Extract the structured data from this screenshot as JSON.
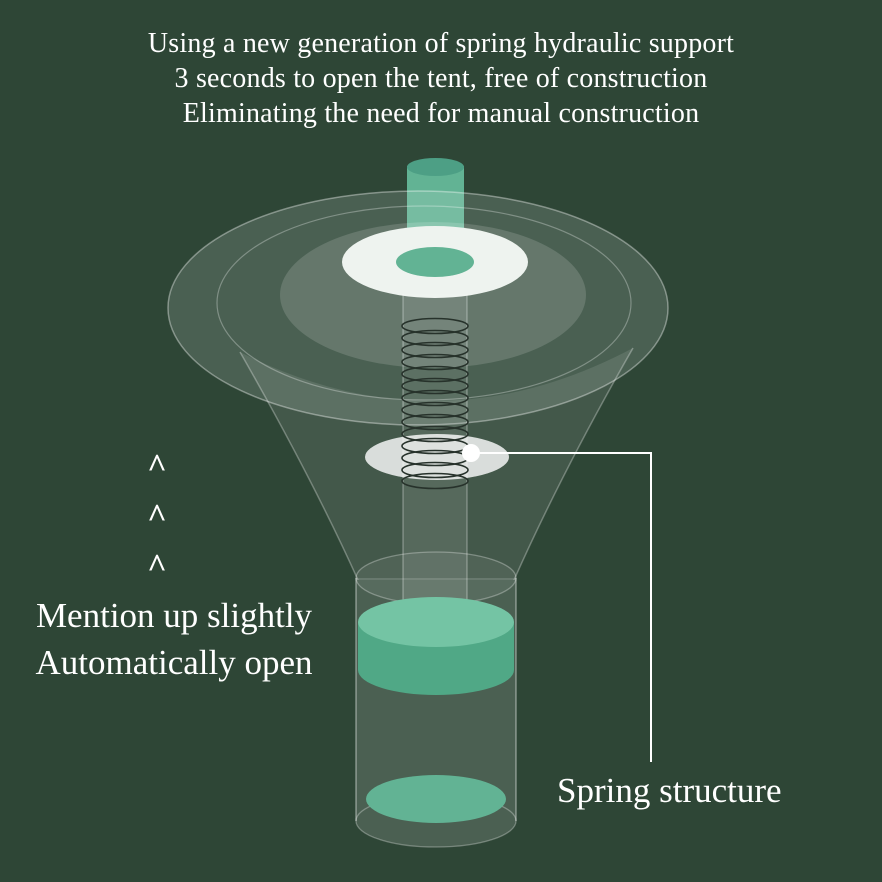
{
  "header": {
    "line1": "Using a new generation of spring hydraulic support",
    "line2": "3 seconds to open the tent, free of construction",
    "line3": "Eliminating the need for manual construction"
  },
  "annotations": {
    "chevron": "^",
    "left_line1": "Mention up slightly",
    "left_line2": "Automatically open",
    "spring_label": "Spring structure"
  },
  "colors": {
    "background": "#2e4636",
    "teal": "#62b394",
    "teal_light": "#74c4a4",
    "teal_dark": "#50a886",
    "pole_cap": "#4d9f85",
    "white": "#ffffff",
    "spring_stroke": "#27322b"
  }
}
